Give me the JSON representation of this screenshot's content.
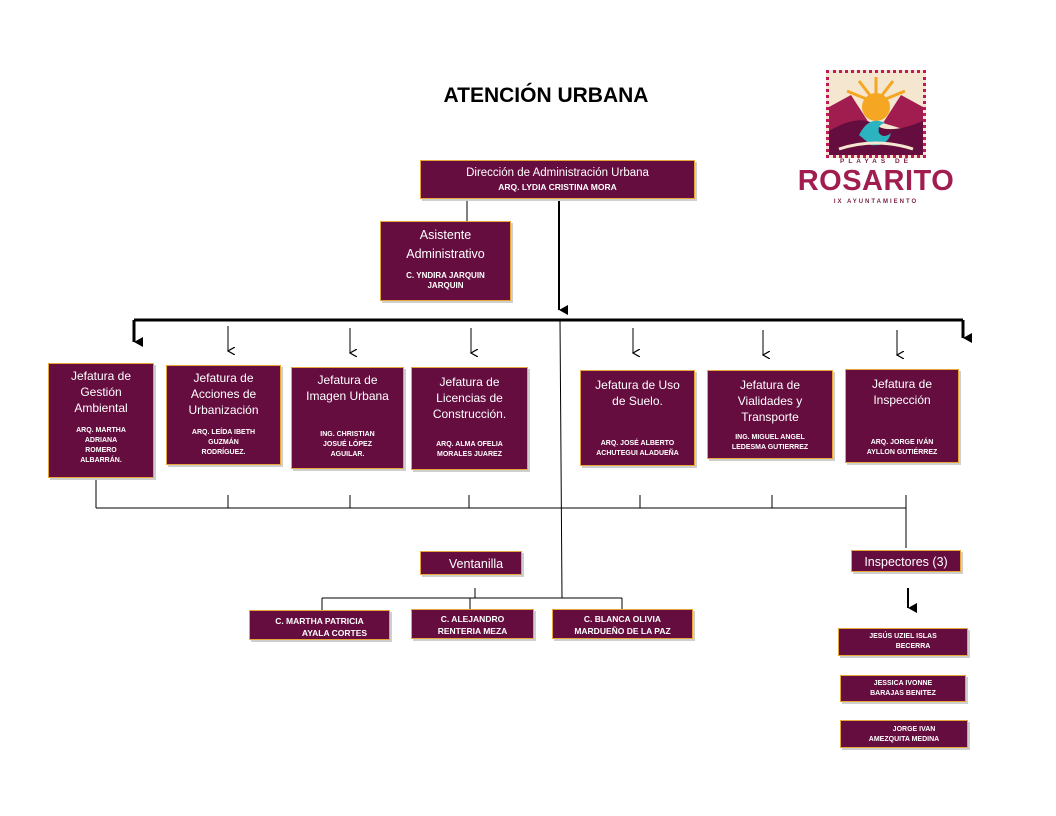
{
  "title": "ATENCIÓN URBANA",
  "logo": {
    "top_text": "PLAYAS DE",
    "name": "ROSARITO",
    "bottom_text": "IX AYUNTAMIENTO",
    "colors": {
      "maroon": "#650d3f",
      "sun": "#f5a623",
      "wave": "#2bb3c0",
      "pink": "#c2185b"
    }
  },
  "director": {
    "role": "Dirección de Administración Urbana",
    "name": "ARQ. LYDIA CRISTINA MORA"
  },
  "assistant": {
    "role_line1": "Asistente",
    "role_line2": "Administrativo",
    "name_line1": "C. YNDIRA JARQUIN",
    "name_line2": "JARQUIN"
  },
  "departments": [
    {
      "role": [
        "Jefatura de",
        "Gestión",
        "Ambiental"
      ],
      "name": [
        "ARQ.  MARTHA",
        "ADRIANA",
        "ROMERO",
        "ALBARRÁN."
      ]
    },
    {
      "role": [
        "Jefatura de",
        "Acciones de",
        "Urbanización"
      ],
      "name": [
        "ARQ. LEÍDA IBETH",
        "GUZMÁN",
        "RODRÍGUEZ."
      ]
    },
    {
      "role": [
        "Jefatura de",
        "Imagen Urbana"
      ],
      "name": [
        "ING. CHRISTIAN",
        "JOSUÉ LÓPEZ",
        "AGUILAR."
      ]
    },
    {
      "role": [
        "Jefatura de",
        "Licencias de",
        "Construcción."
      ],
      "name": [
        "ARQ. ALMA OFELIA",
        "MORALES  JUAREZ"
      ]
    },
    {
      "role": [
        "Jefatura de Uso",
        "de Suelo."
      ],
      "name": [
        "ARQ. JOSÉ ALBERTO",
        "ACHUTEGUI  ALADUEÑA"
      ]
    },
    {
      "role": [
        "Jefatura de",
        "Vialidades y",
        "Transporte"
      ],
      "name": [
        "ING. MIGUEL ANGEL",
        "LEDESMA  GUTIERREZ"
      ]
    },
    {
      "role": [
        "Jefatura de",
        "Inspección"
      ],
      "name": [
        "ARQ. JORGE IVÁN",
        "AYLLON  GUTIÉRREZ"
      ]
    }
  ],
  "ventanilla": {
    "label": "Ventanilla",
    "staff": [
      [
        "C.  MARTHA PATRICIA",
        "AYALA CORTES"
      ],
      [
        "C. ALEJANDRO",
        "RENTERIA MEZA"
      ],
      [
        "C. BLANCA OLIVIA",
        "MARDUEÑO DE LA PAZ"
      ]
    ]
  },
  "inspectores": {
    "label": "Inspectores (3)",
    "staff": [
      [
        "JESÚS UZIEL ISLAS",
        "BECERRA"
      ],
      [
        "JESSICA  IVONNE",
        "BARAJAS  BENITEZ"
      ],
      [
        "JORGE IVAN",
        "AMEZQUITA   MEDINA"
      ]
    ]
  }
}
